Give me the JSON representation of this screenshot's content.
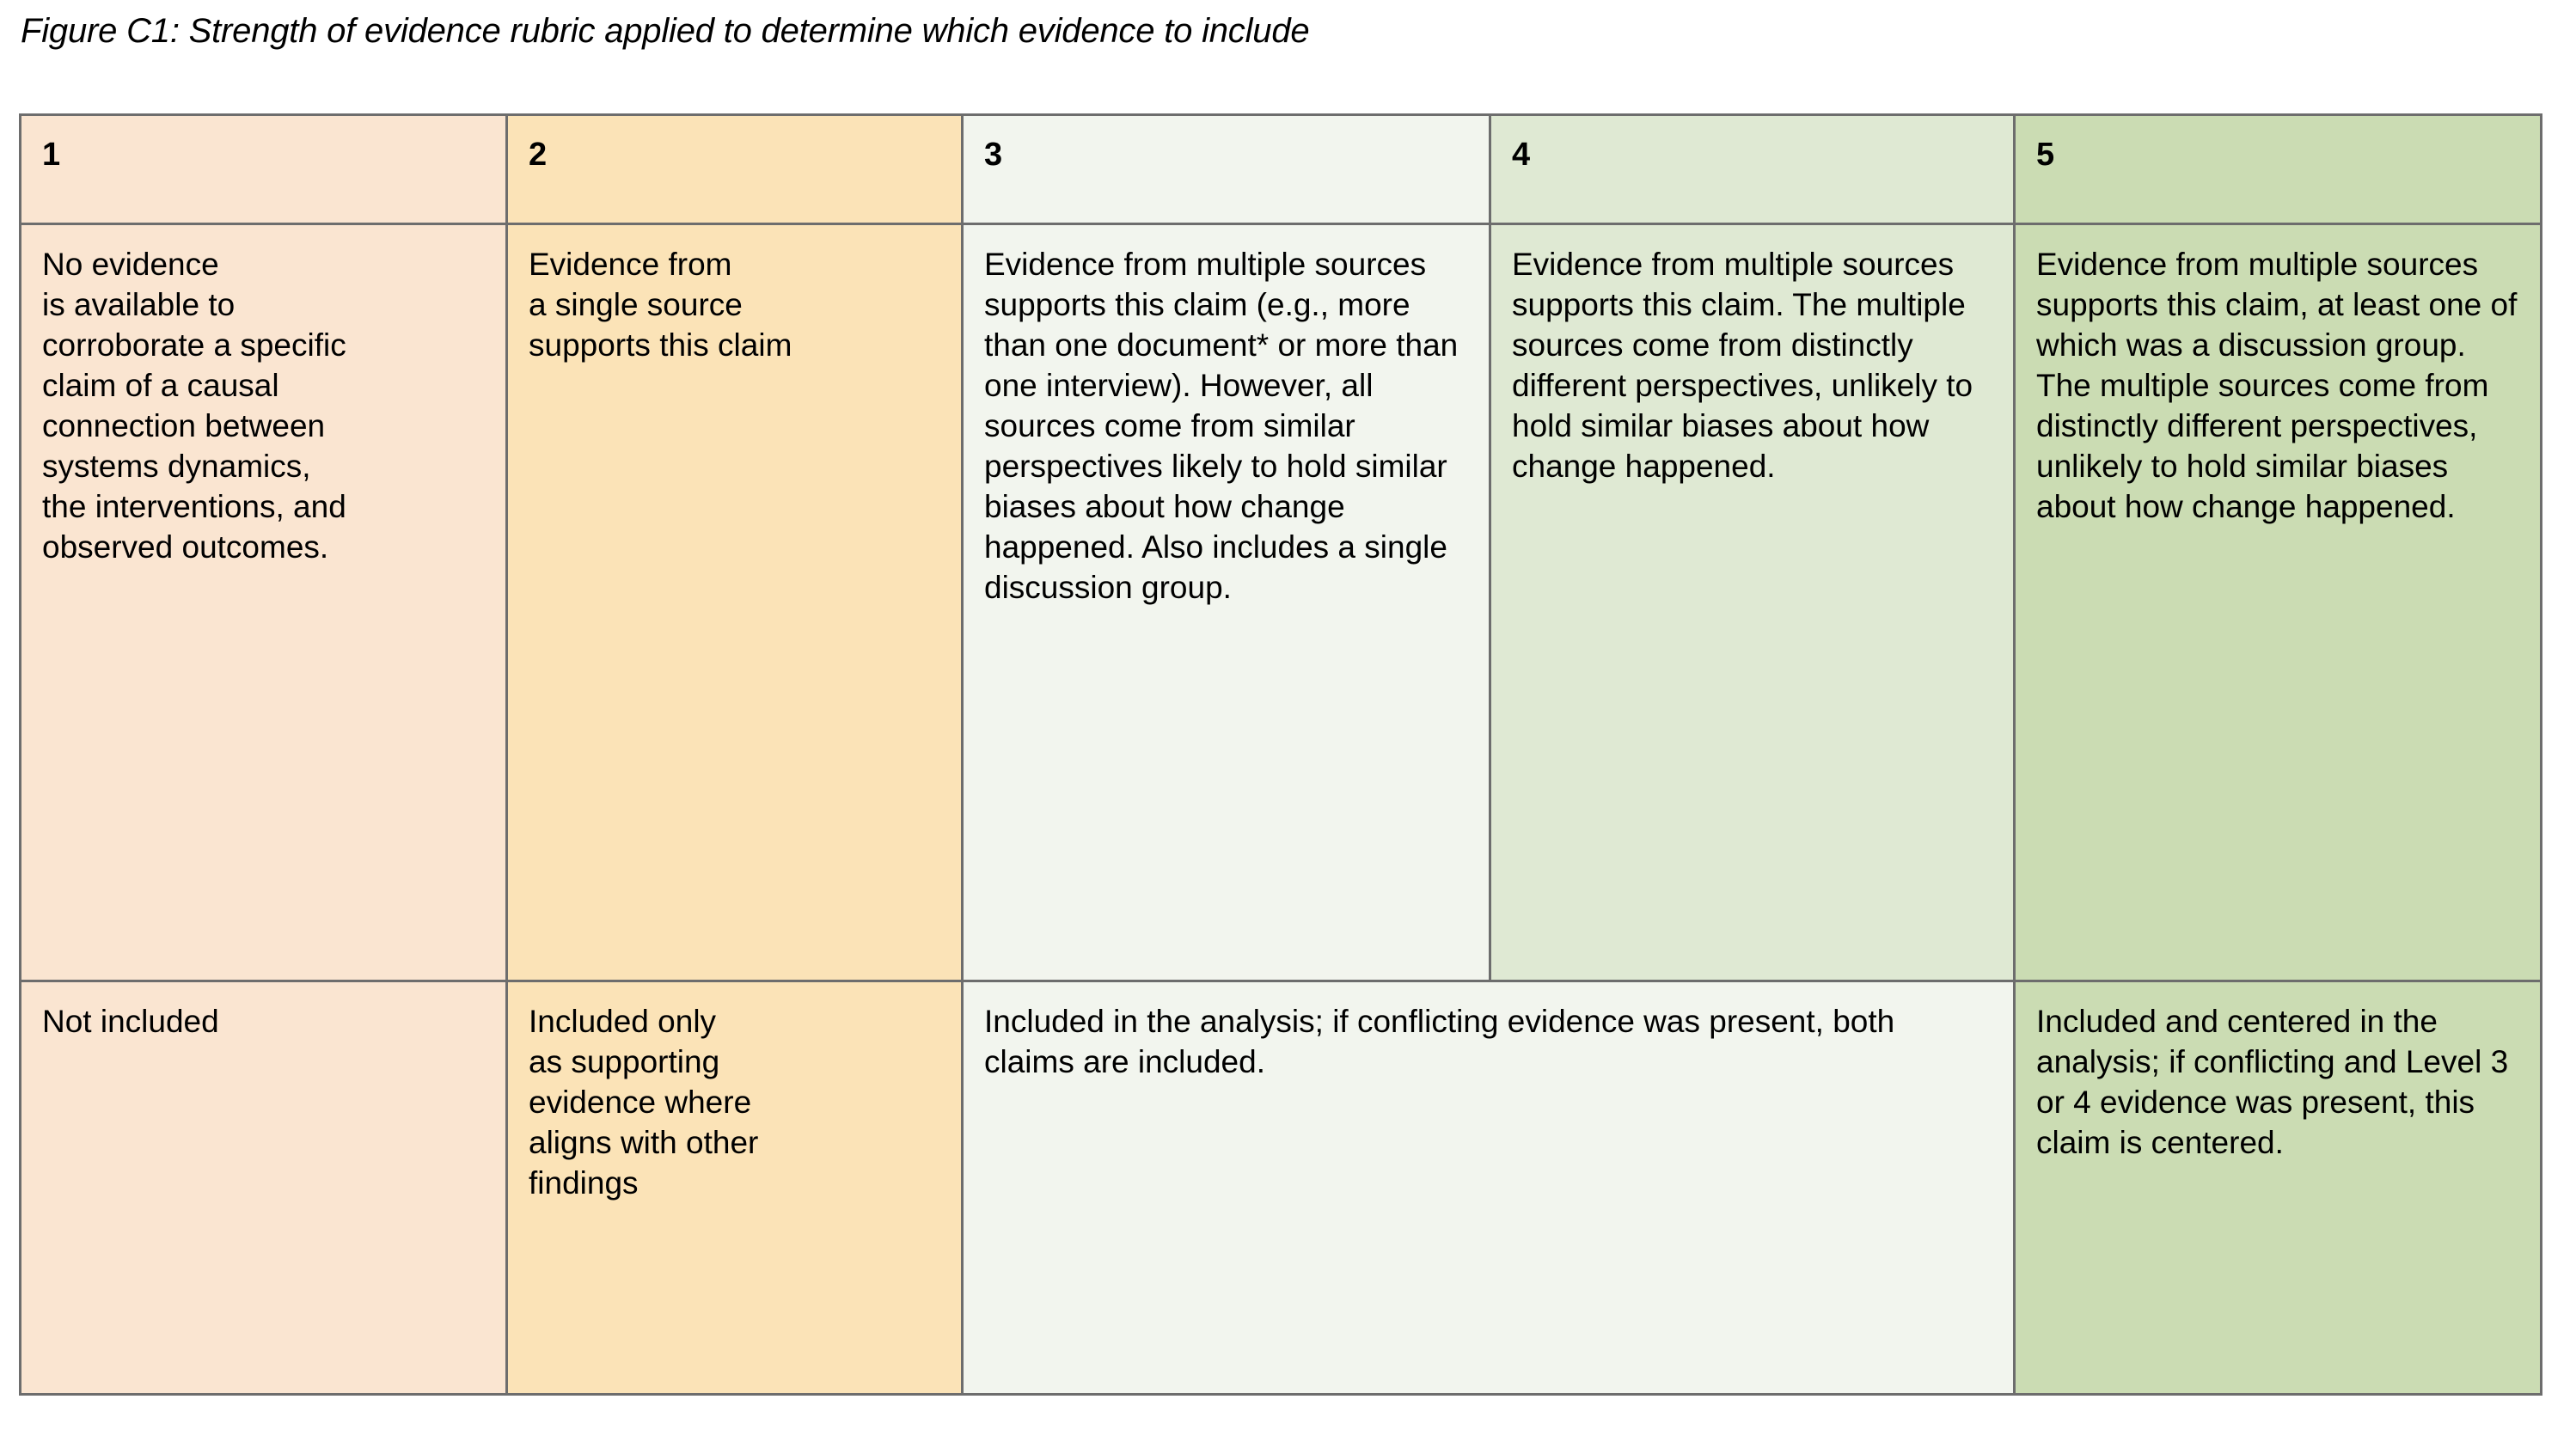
{
  "figure": {
    "title": "Figure C1: Strength of evidence rubric applied to determine which evidence to include"
  },
  "colors": {
    "level1": "#fae5d1",
    "level2": "#fbe3b7",
    "level3": "#f2f5ee",
    "level4": "#dfe9d3",
    "level5": "#cbdcb3",
    "border": "#6d6d6d",
    "text": "#000000",
    "page_background": "#ffffff"
  },
  "table": {
    "headers": [
      "1",
      "2",
      "3",
      "4",
      "5"
    ],
    "rows": [
      {
        "name": "evidence-description",
        "cells": [
          "No evidence\nis available to\ncorroborate a specific\nclaim of a causal\nconnection between\nsystems dynamics,\nthe interventions, and\nobserved outcomes.",
          "Evidence from\na single source\nsupports this claim",
          "Evidence from multiple sources supports this claim (e.g., more than one document* or more than one interview). However, all sources come from similar perspectives likely to hold similar biases about how change happened. Also includes a single discussion group.",
          "Evidence from multiple sources supports this claim. The multiple sources come from distinctly different perspectives, unlikely to hold similar biases about how change happened.",
          "Evidence from multiple sources supports this claim, at least one of which was a discussion group. The multiple sources come from distinctly different perspectives, unlikely to hold similar biases about how change happened."
        ]
      },
      {
        "name": "inclusion-rule",
        "cells": [
          "Not included",
          "Included only\nas supporting\nevidence where\naligns with other\nfindings",
          "Included in the analysis; if conflicting evidence was present, both claims are included.",
          "Included and centered in the analysis; if conflicting and Level 3 or 4 evidence was present, this claim is centered."
        ],
        "merge": {
          "cell_index": 2,
          "colspan": 2,
          "note": "levels 3 and 4 share one cell in this row"
        }
      }
    ]
  }
}
